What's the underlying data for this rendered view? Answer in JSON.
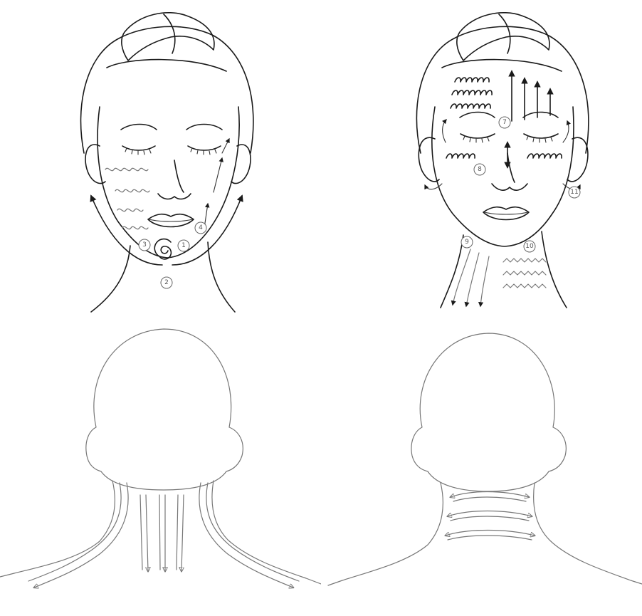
{
  "panels": [
    {
      "id": "front-face-lower"
    },
    {
      "id": "front-face-upper"
    },
    {
      "id": "back-neck-vertical"
    },
    {
      "id": "back-neck-horizontal"
    }
  ],
  "step_markers": {
    "m1": "1",
    "m2": "2",
    "m3": "3",
    "m4": "4",
    "m7": "7",
    "m8": "8",
    "m9": "9",
    "m10": "10",
    "m11": "11"
  },
  "colors": {
    "ink": "#1a1a1a",
    "light_ink": "#777777",
    "background": "#ffffff"
  },
  "icons": [
    "arrow-icon",
    "spiral-icon",
    "zigzag-icon"
  ]
}
